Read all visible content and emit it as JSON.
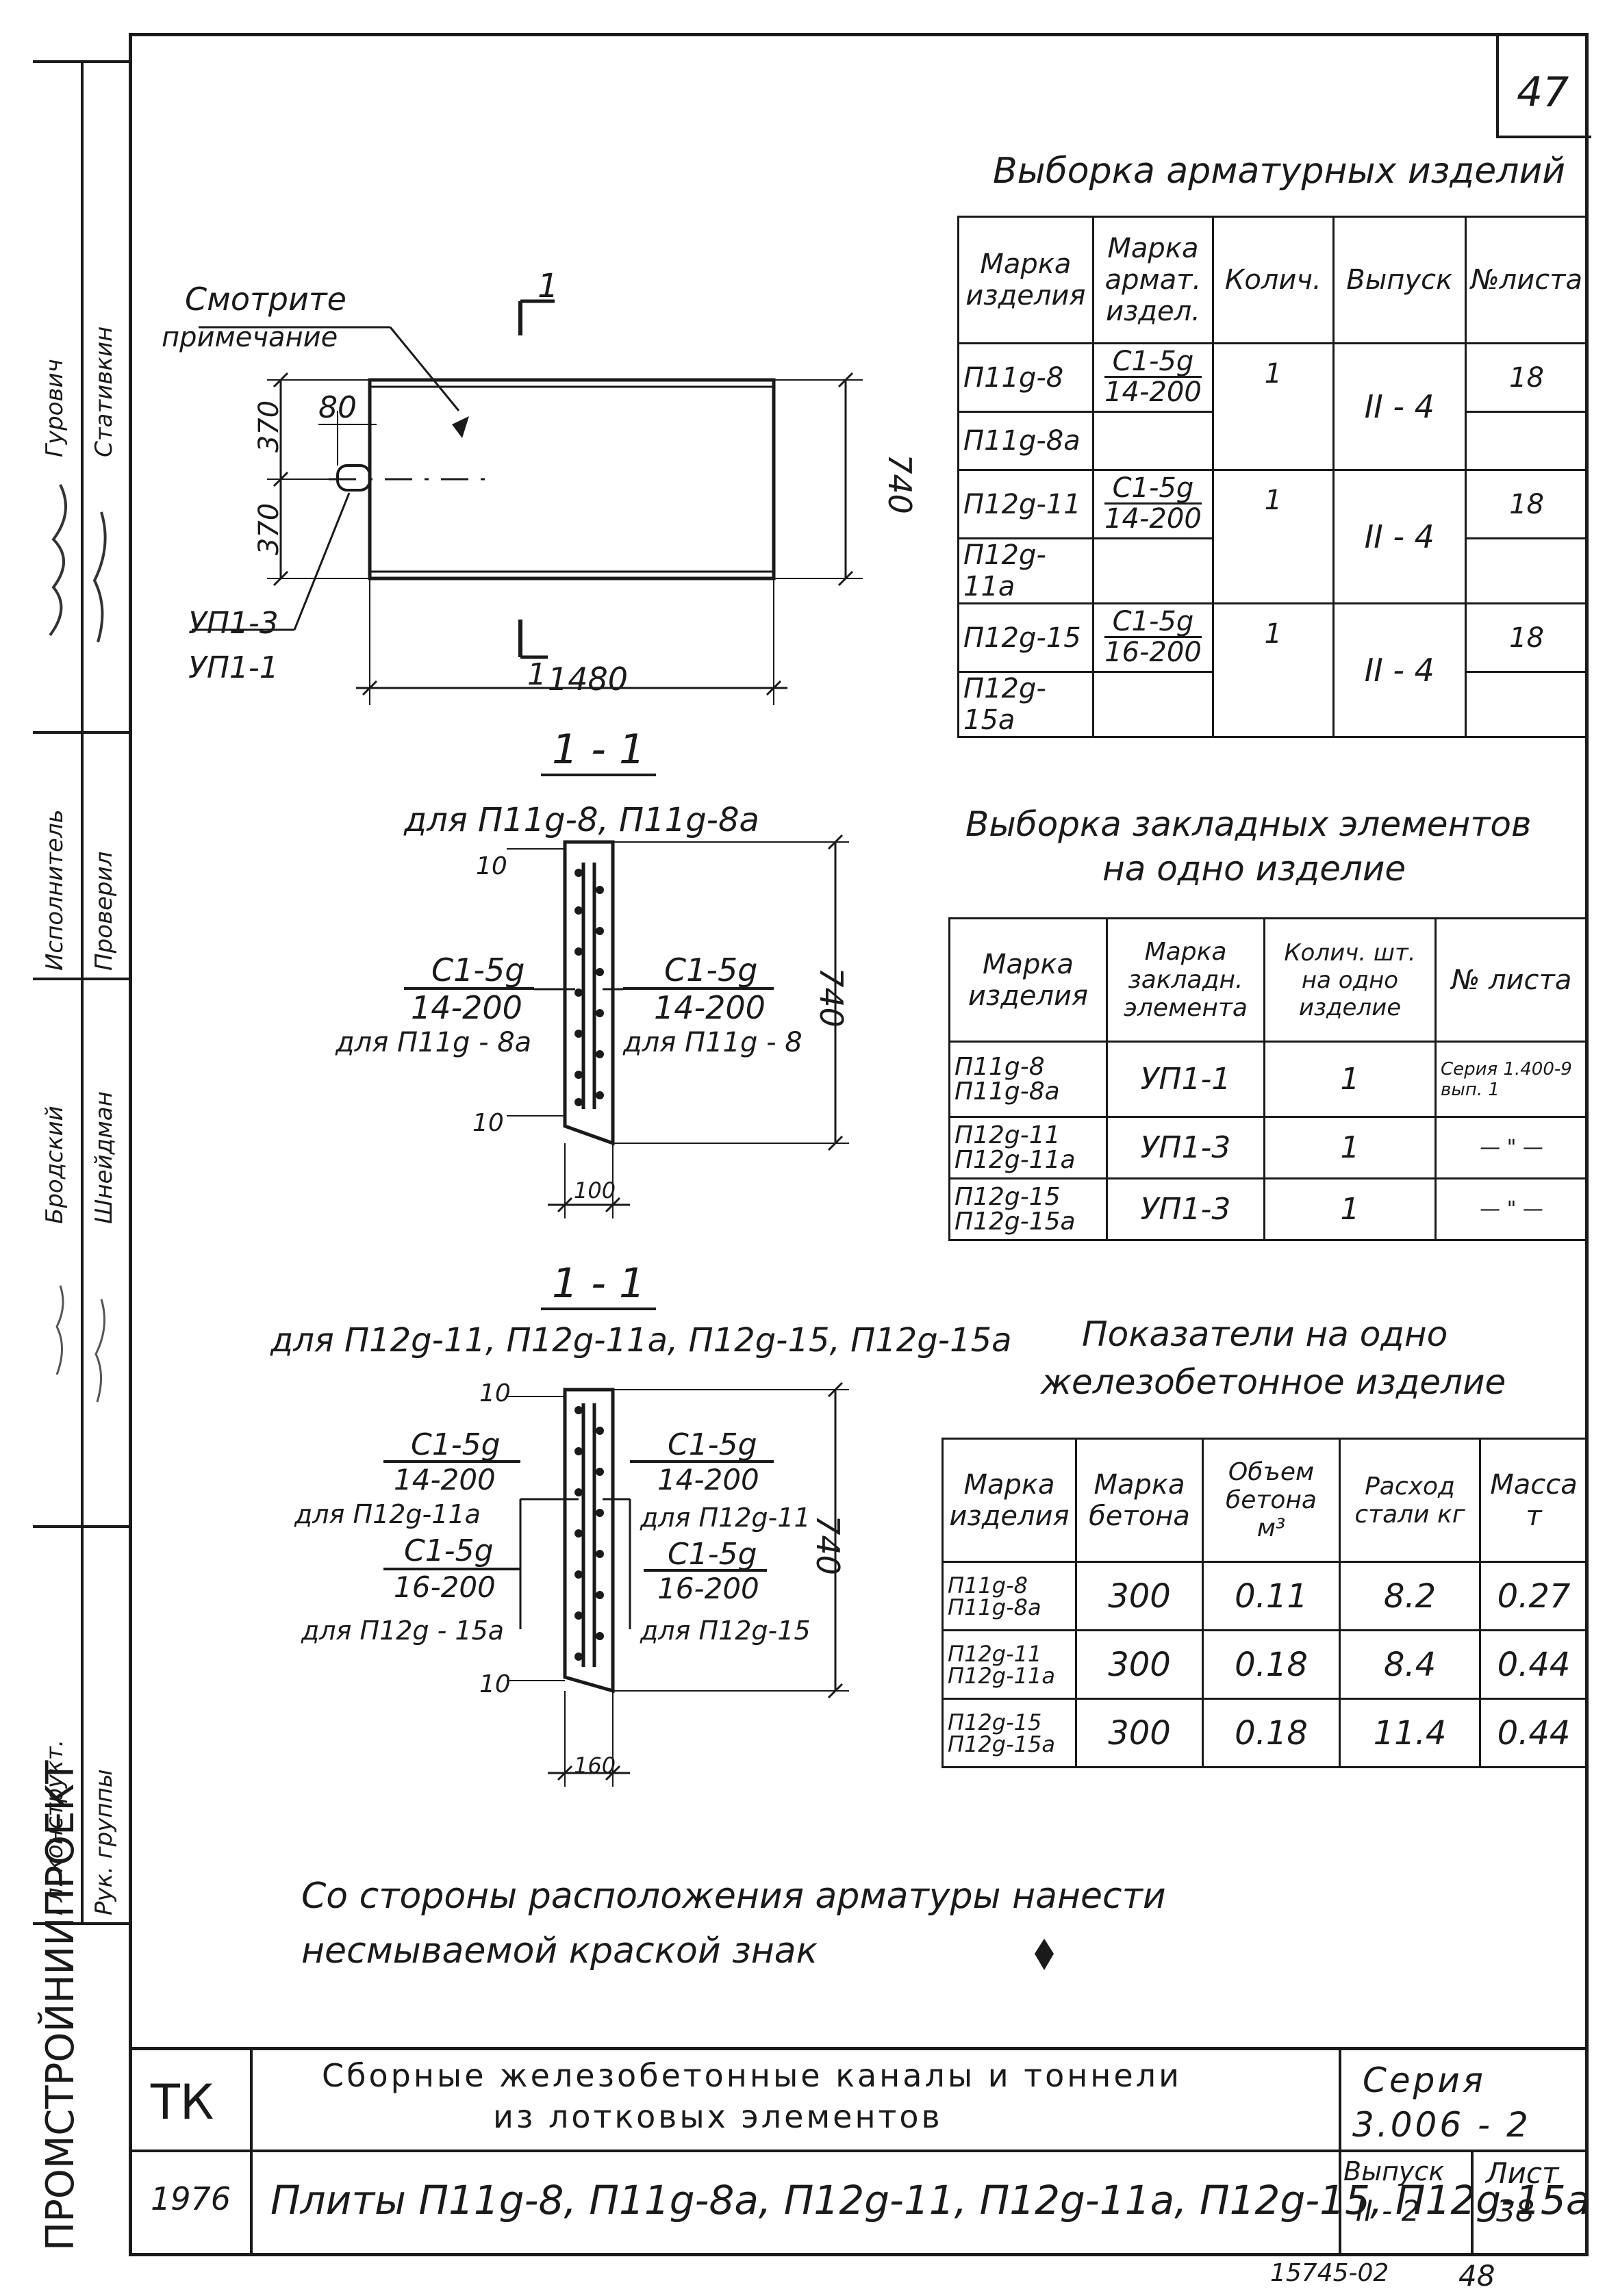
{
  "sheet_corner_number": "47",
  "bottom_right_number": "48",
  "bottom_code": "15745-02",
  "side_stamp": {
    "org": "ПРОМСТРОЙНИИПРОЕКТ",
    "rows": [
      {
        "role": "Гл. конструкт.",
        "name": "Гурович"
      },
      {
        "role": "Рук. группы",
        "name": "Стативкин"
      },
      {
        "role": "Исполнитель",
        "name": "Бродский"
      },
      {
        "role": "Проверил",
        "name": "Шнейдман"
      }
    ]
  },
  "plan": {
    "note_line1": "Смотрите",
    "note_line2": "примечание",
    "section_mark": "1",
    "dim_80": "80",
    "dim_370_top": "370",
    "dim_370_bottom": "370",
    "dim_740": "740",
    "dim_1480": "1480",
    "embedded_label1": "УП1-3",
    "embedded_label2": "УП1-1"
  },
  "section1": {
    "title": "1 - 1",
    "subtitle": "для П11g-8, П11g-8а",
    "dim_top": "10",
    "dim_bottom": "10",
    "dim_height": "740",
    "dim_width": "100",
    "left_num": "С1-5g",
    "left_den": "14-200",
    "left_for": "для П11g - 8а",
    "right_num": "С1-5g",
    "right_den": "14-200",
    "right_for": "для П11g - 8"
  },
  "section2": {
    "title": "1 - 1",
    "subtitle": "для П12g-11, П12g-11а, П12g-15, П12g-15а",
    "dim_top": "10",
    "dim_bottom": "10",
    "dim_height": "740",
    "dim_width": "160",
    "left1_num": "С1-5g",
    "left1_den": "14-200",
    "left1_for": "для П12g-11а",
    "left2_num": "С1-5g",
    "left2_den": "16-200",
    "left2_for": "для П12g - 15а",
    "right1_num": "С1-5g",
    "right1_den": "14-200",
    "right1_for": "для П12g-11",
    "right2_num": "С1-5g",
    "right2_den": "16-200",
    "right2_for": "для П12g-15"
  },
  "rebar_table": {
    "title": "Выборка арматурных изделий",
    "headers": [
      "Марка изделия",
      "Марка армат. издел.",
      "Колич.",
      "Выпуск",
      "№листа"
    ],
    "groups": [
      {
        "items": [
          "П11g-8",
          "П11g-8а"
        ],
        "num": "С1-5g",
        "den": "14-200",
        "qty": "1",
        "issue": "II - 4",
        "sheet": "18"
      },
      {
        "items": [
          "П12g-11",
          "П12g-11а"
        ],
        "num": "С1-5g",
        "den": "14-200",
        "qty": "1",
        "issue": "II - 4",
        "sheet": "18"
      },
      {
        "items": [
          "П12g-15",
          "П12g-15а"
        ],
        "num": "С1-5g",
        "den": "16-200",
        "qty": "1",
        "issue": "II - 4",
        "sheet": "18"
      }
    ]
  },
  "embedded_table": {
    "title_line1": "Выборка закладных элементов",
    "title_line2": "на одно изделие",
    "headers": [
      "Марка изделия",
      "Марка закладн. элемента",
      "Колич. шт. на одно изделие",
      "№ листа"
    ],
    "rows": [
      {
        "item1": "П11g-8",
        "item2": "П11g-8а",
        "mark": "УП1-1",
        "qty": "1",
        "sheet": "Серия 1.400-9 вып. 1"
      },
      {
        "item1": "П12g-11",
        "item2": "П12g-11а",
        "mark": "УП1-3",
        "qty": "1",
        "sheet": "— \" —"
      },
      {
        "item1": "П12g-15",
        "item2": "П12g-15а",
        "mark": "УП1-3",
        "qty": "1",
        "sheet": "— \" —"
      }
    ]
  },
  "indicators_table": {
    "title_line1": "Показатели на одно",
    "title_line2": "железобетонное изделие",
    "headers": [
      "Марка изделия",
      "Марка бетона",
      "Объем бетона м³",
      "Расход стали кг",
      "Масса т"
    ],
    "rows": [
      {
        "item1": "П11g-8",
        "item2": "П11g-8а",
        "concrete": "300",
        "volume": "0.11",
        "steel": "8.2",
        "mass": "0.27"
      },
      {
        "item1": "П12g-11",
        "item2": "П12g-11а",
        "concrete": "300",
        "volume": "0.18",
        "steel": "8.4",
        "mass": "0.44"
      },
      {
        "item1": "П12g-15",
        "item2": "П12g-15а",
        "concrete": "300",
        "volume": "0.18",
        "steel": "11.4",
        "mass": "0.44"
      }
    ]
  },
  "note": {
    "line1": "Со стороны расположения арматуры нанести",
    "line2": "несмываемой краской знак"
  },
  "title_block": {
    "code": "ТК",
    "year": "1976",
    "title_line1": "Сборные железобетонные каналы и тоннели",
    "title_line2": "из лотковых элементов",
    "series_label": "Серия",
    "series_value": "3.006 - 2",
    "drawing_title": "Плиты П11g-8, П11g-8а, П12g-11, П12g-11а, П12g-15, П12g-15а",
    "issue_label": "Выпуск",
    "issue_value": "II - 2",
    "sheet_label": "Лист",
    "sheet_value": "38"
  }
}
